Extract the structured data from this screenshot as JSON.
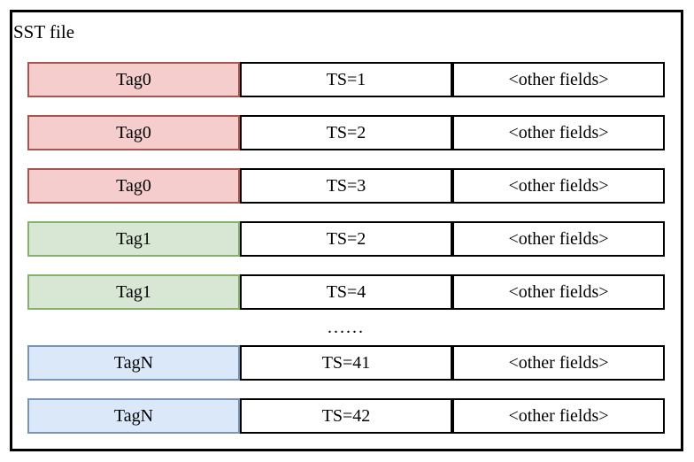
{
  "title": "SST file",
  "ellipsis": "......",
  "ellipsis_after": 4,
  "colors": {
    "red_fill": "#f4cdcc",
    "red_border": "#a85450",
    "green_fill": "#d7e7d3",
    "green_border": "#86b06e",
    "blue_fill": "#dbe8f9",
    "blue_border": "#7a94b8",
    "cell_border": "#000000",
    "outer_border": "#000000"
  },
  "rows": [
    {
      "tag": "Tag0",
      "ts": "TS=1",
      "other": "<other fields>",
      "color": "red"
    },
    {
      "tag": "Tag0",
      "ts": "TS=2",
      "other": "<other fields>",
      "color": "red"
    },
    {
      "tag": "Tag0",
      "ts": "TS=3",
      "other": "<other fields>",
      "color": "red"
    },
    {
      "tag": "Tag1",
      "ts": "TS=2",
      "other": "<other fields>",
      "color": "green"
    },
    {
      "tag": "Tag1",
      "ts": "TS=4",
      "other": "<other fields>",
      "color": "green"
    },
    {
      "tag": "TagN",
      "ts": "TS=41",
      "other": "<other fields>",
      "color": "blue"
    },
    {
      "tag": "TagN",
      "ts": "TS=42",
      "other": "<other fields>",
      "color": "blue"
    }
  ]
}
